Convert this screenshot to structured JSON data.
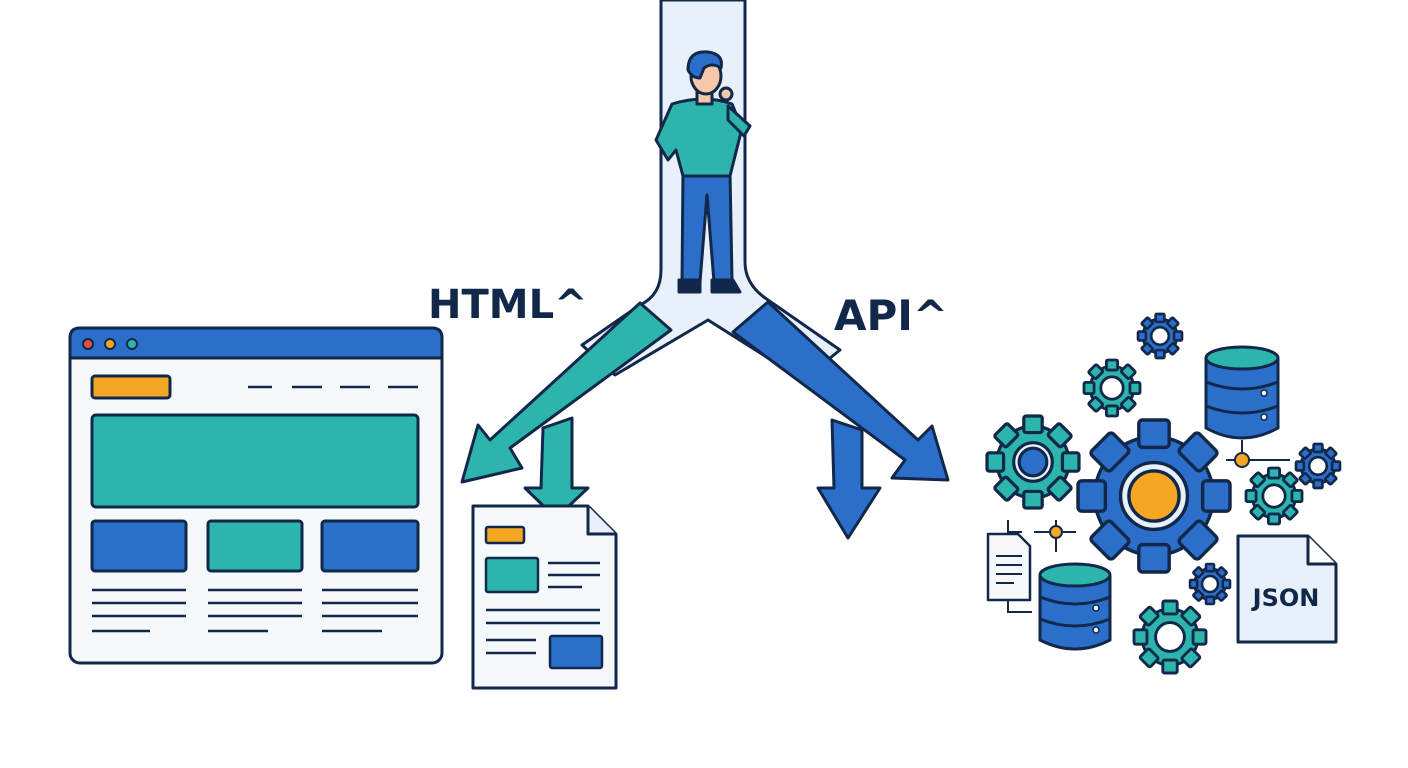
{
  "labels": {
    "left_branch": "HTML^",
    "right_branch": "API^",
    "json_file": "JSON"
  },
  "colors": {
    "outline": "#12284a",
    "teal": "#2cb4ad",
    "blue": "#2b6fca",
    "orange": "#f5a623",
    "path_fill": "#e8f1fb",
    "page_fill": "#f6f9fc"
  },
  "icons": [
    "person-icon",
    "browser-window-icon",
    "document-icon",
    "gear-icon",
    "database-icon",
    "json-file-icon",
    "file-icon",
    "down-arrow-icon"
  ]
}
